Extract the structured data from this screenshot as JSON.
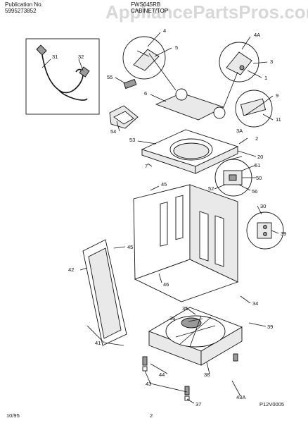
{
  "header": {
    "publication_label": "Publication No.",
    "publication_number": "5995273852",
    "model": "FWS645RB",
    "section": "CABINET/TOP",
    "watermark": "AppliancePartsPros.com"
  },
  "callouts": [
    "31",
    "32",
    "4",
    "5",
    "4A",
    "3",
    "1",
    "55",
    "6",
    "9",
    "11",
    "54",
    "3A",
    "2",
    "53",
    "20",
    "7",
    "51",
    "50",
    "52",
    "56",
    "45",
    "30",
    "39",
    "45",
    "42",
    "46",
    "34",
    "35",
    "36",
    "39",
    "41",
    "44",
    "38",
    "43A",
    "43",
    "37"
  ],
  "diagram_code": "P12V0005",
  "footer": {
    "date": "10/95",
    "page": "2"
  }
}
